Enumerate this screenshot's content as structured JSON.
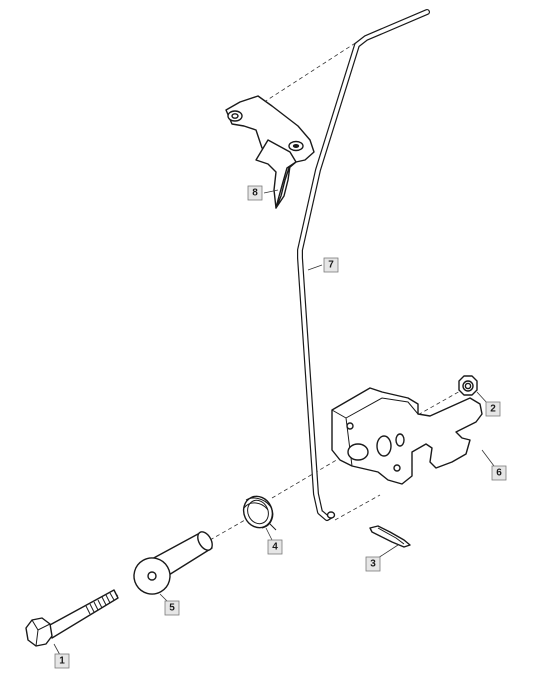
{
  "callouts": [
    {
      "id": "1",
      "label": "1"
    },
    {
      "id": "2",
      "label": "2"
    },
    {
      "id": "3",
      "label": "3"
    },
    {
      "id": "4",
      "label": "4"
    },
    {
      "id": "5",
      "label": "5"
    },
    {
      "id": "6",
      "label": "6"
    },
    {
      "id": "7",
      "label": "7"
    },
    {
      "id": "8",
      "label": "8"
    }
  ],
  "colors": {
    "line": "#1a1a1a",
    "callout_fill": "#e6e6e6",
    "callout_border": "#7a7a7a",
    "background": "#ffffff"
  }
}
